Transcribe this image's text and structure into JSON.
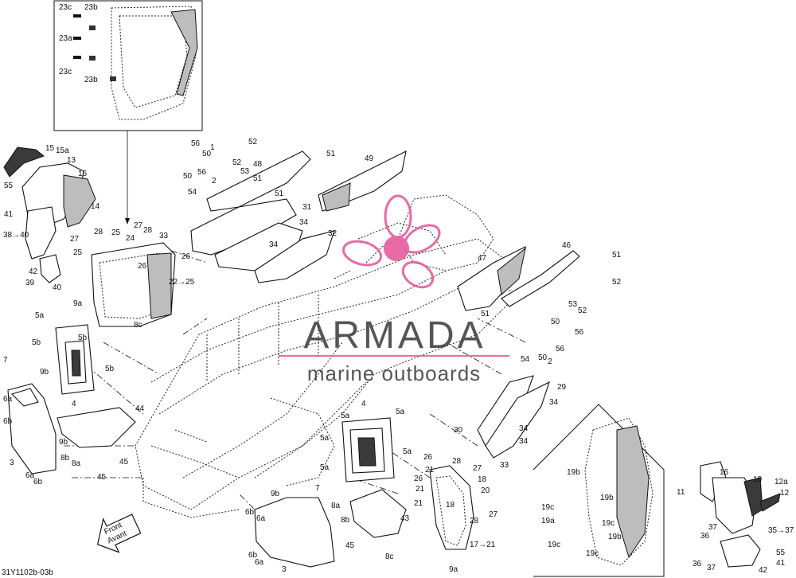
{
  "diagram_id": "31Y1102b-03b",
  "front_label": "Front\nAvant",
  "front_line1": "Front",
  "front_line2": "Avant",
  "watermark": {
    "title": "ARMADA",
    "subtitle": "marine outboards",
    "color": "#e65c9c"
  },
  "callouts": {
    "c23c_a": "23c",
    "c23b_a": "23b",
    "c23a": "23a",
    "c23c_b": "23c",
    "c23b_b": "23b",
    "c15": "15",
    "c15a": "15a",
    "c13": "13",
    "c16": "16",
    "c55_l": "55",
    "c14": "14",
    "c41_l": "41",
    "c38_40": "38→40",
    "c42": "42",
    "c39": "39",
    "c40": "40",
    "c56_a": "56",
    "c1": "1",
    "c50_a": "50",
    "c52_a": "52",
    "c53_a": "53",
    "c50_b": "50",
    "c56_b": "56",
    "c2_a": "2",
    "c54_a": "54",
    "c48": "48",
    "c51_a": "51",
    "c52_b": "52",
    "c51_b": "51",
    "c49": "49",
    "c31": "31",
    "c34_a": "34",
    "c34_b": "34",
    "c32": "32",
    "c27_a": "27",
    "c28_a": "28",
    "c25_a": "25",
    "c24": "24",
    "c27_b": "27",
    "c28_b": "28",
    "c33_a": "33",
    "c25_b": "25",
    "c26_a": "26",
    "c26_b": "26",
    "c22_25": "22→25",
    "c9a_a": "9a",
    "c8c_a": "8c",
    "c5a_a": "5a",
    "c5b_a": "5b",
    "c5b_b": "5b",
    "c9b_a": "9b",
    "c5b_c": "5b",
    "c4_a": "4",
    "c7_a": "7",
    "c6a_a": "6a",
    "c6b_a": "6b",
    "c3_a": "3",
    "c6a_b": "6a",
    "c6b_b": "6b",
    "c44": "44",
    "c9b_b": "9b",
    "c8b_a": "8b",
    "c8a_a": "8a",
    "c45_a": "45",
    "c45_b": "45",
    "c46": "46",
    "c51_c": "51",
    "c52_c": "52",
    "c47": "47",
    "c51_d": "51",
    "c53_b": "53",
    "c52_d": "52",
    "c50_c": "50",
    "c56_c": "56",
    "c56_d": "56",
    "c2_b": "2",
    "c54_b": "54",
    "c50_d": "50",
    "c29": "29",
    "c34_c": "34",
    "c30": "30",
    "c34_d": "34",
    "c34_e": "34",
    "c33_b": "33",
    "c4_b": "4",
    "c5a_b": "5a",
    "c5a_c": "5a",
    "c5a_d": "5a",
    "c5a_e": "5a",
    "c5a_f": "5a",
    "c26_c": "26",
    "c28_c": "28",
    "c21_a": "21",
    "c27_c": "27",
    "c26_d": "26",
    "c18_a": "18",
    "c21_b": "21",
    "c20": "20",
    "c18_b": "18",
    "c21_c": "21",
    "c27_d": "27",
    "c28_d": "28",
    "c17_21": "17→21",
    "c9a_b": "9a",
    "c9b_c": "9b",
    "c7_b": "7",
    "c6b_c": "6b",
    "c6a_c": "6a",
    "c8a_b": "8a",
    "c8b_b": "8b",
    "c43": "43",
    "c45_c": "45",
    "c6b_d": "6b",
    "c6a_d": "6a",
    "c3_b": "3",
    "c8c_b": "8c",
    "c19b_a": "19b",
    "c19b_b": "19b",
    "c19c_a": "19c",
    "c19a": "19a",
    "c19c_b": "19c",
    "c19c_c": "19c",
    "c19b_c": "19b",
    "c11": "11",
    "c16_b": "16",
    "c10": "10",
    "c12a": "12a",
    "c12": "12",
    "c35_37": "35→37",
    "c37_a": "37",
    "c36_a": "36",
    "c36_b": "36",
    "c37_b": "37",
    "c55_r": "55",
    "c41_r": "41",
    "c42_r": "42"
  }
}
